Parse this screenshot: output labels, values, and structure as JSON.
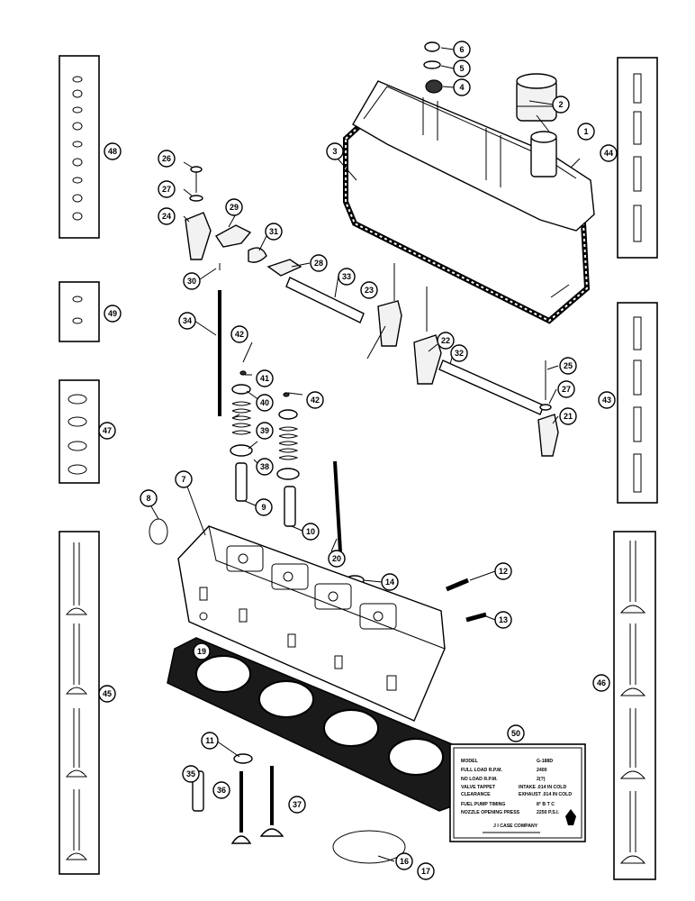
{
  "callouts": [
    "1",
    "2",
    "3",
    "4",
    "5",
    "6",
    "7",
    "8",
    "9",
    "10",
    "11",
    "12",
    "13",
    "14",
    "16",
    "17",
    "19",
    "20",
    "21",
    "22",
    "23",
    "24",
    "25",
    "26",
    "27",
    "28",
    "29",
    "30",
    "31",
    "32",
    "33",
    "34",
    "35",
    "36",
    "37",
    "38",
    "39",
    "40",
    "41",
    "42",
    "43",
    "44",
    "45",
    "46",
    "47",
    "48",
    "49",
    "50"
  ],
  "plate": {
    "rows": [
      {
        "label": "MODEL",
        "value": "G-188D"
      },
      {
        "label": "FULL LOAD R.P.M.",
        "value": "2400"
      },
      {
        "label": "NO LOAD R.P.M.",
        "value": "2(?)"
      },
      {
        "label": "VALVE TAPPET",
        "value": "INTAKE .014 IN COLD"
      },
      {
        "label": "CLEARANCE",
        "value": "EXHAUST .014 IN COLD"
      },
      {
        "label": "FUEL PUMP TIMING",
        "value": "8° B T C"
      },
      {
        "label": "NOZZLE OPENING PRESS",
        "value": "2250 P.S.I."
      }
    ],
    "maker": "J I CASE COMPANY"
  }
}
